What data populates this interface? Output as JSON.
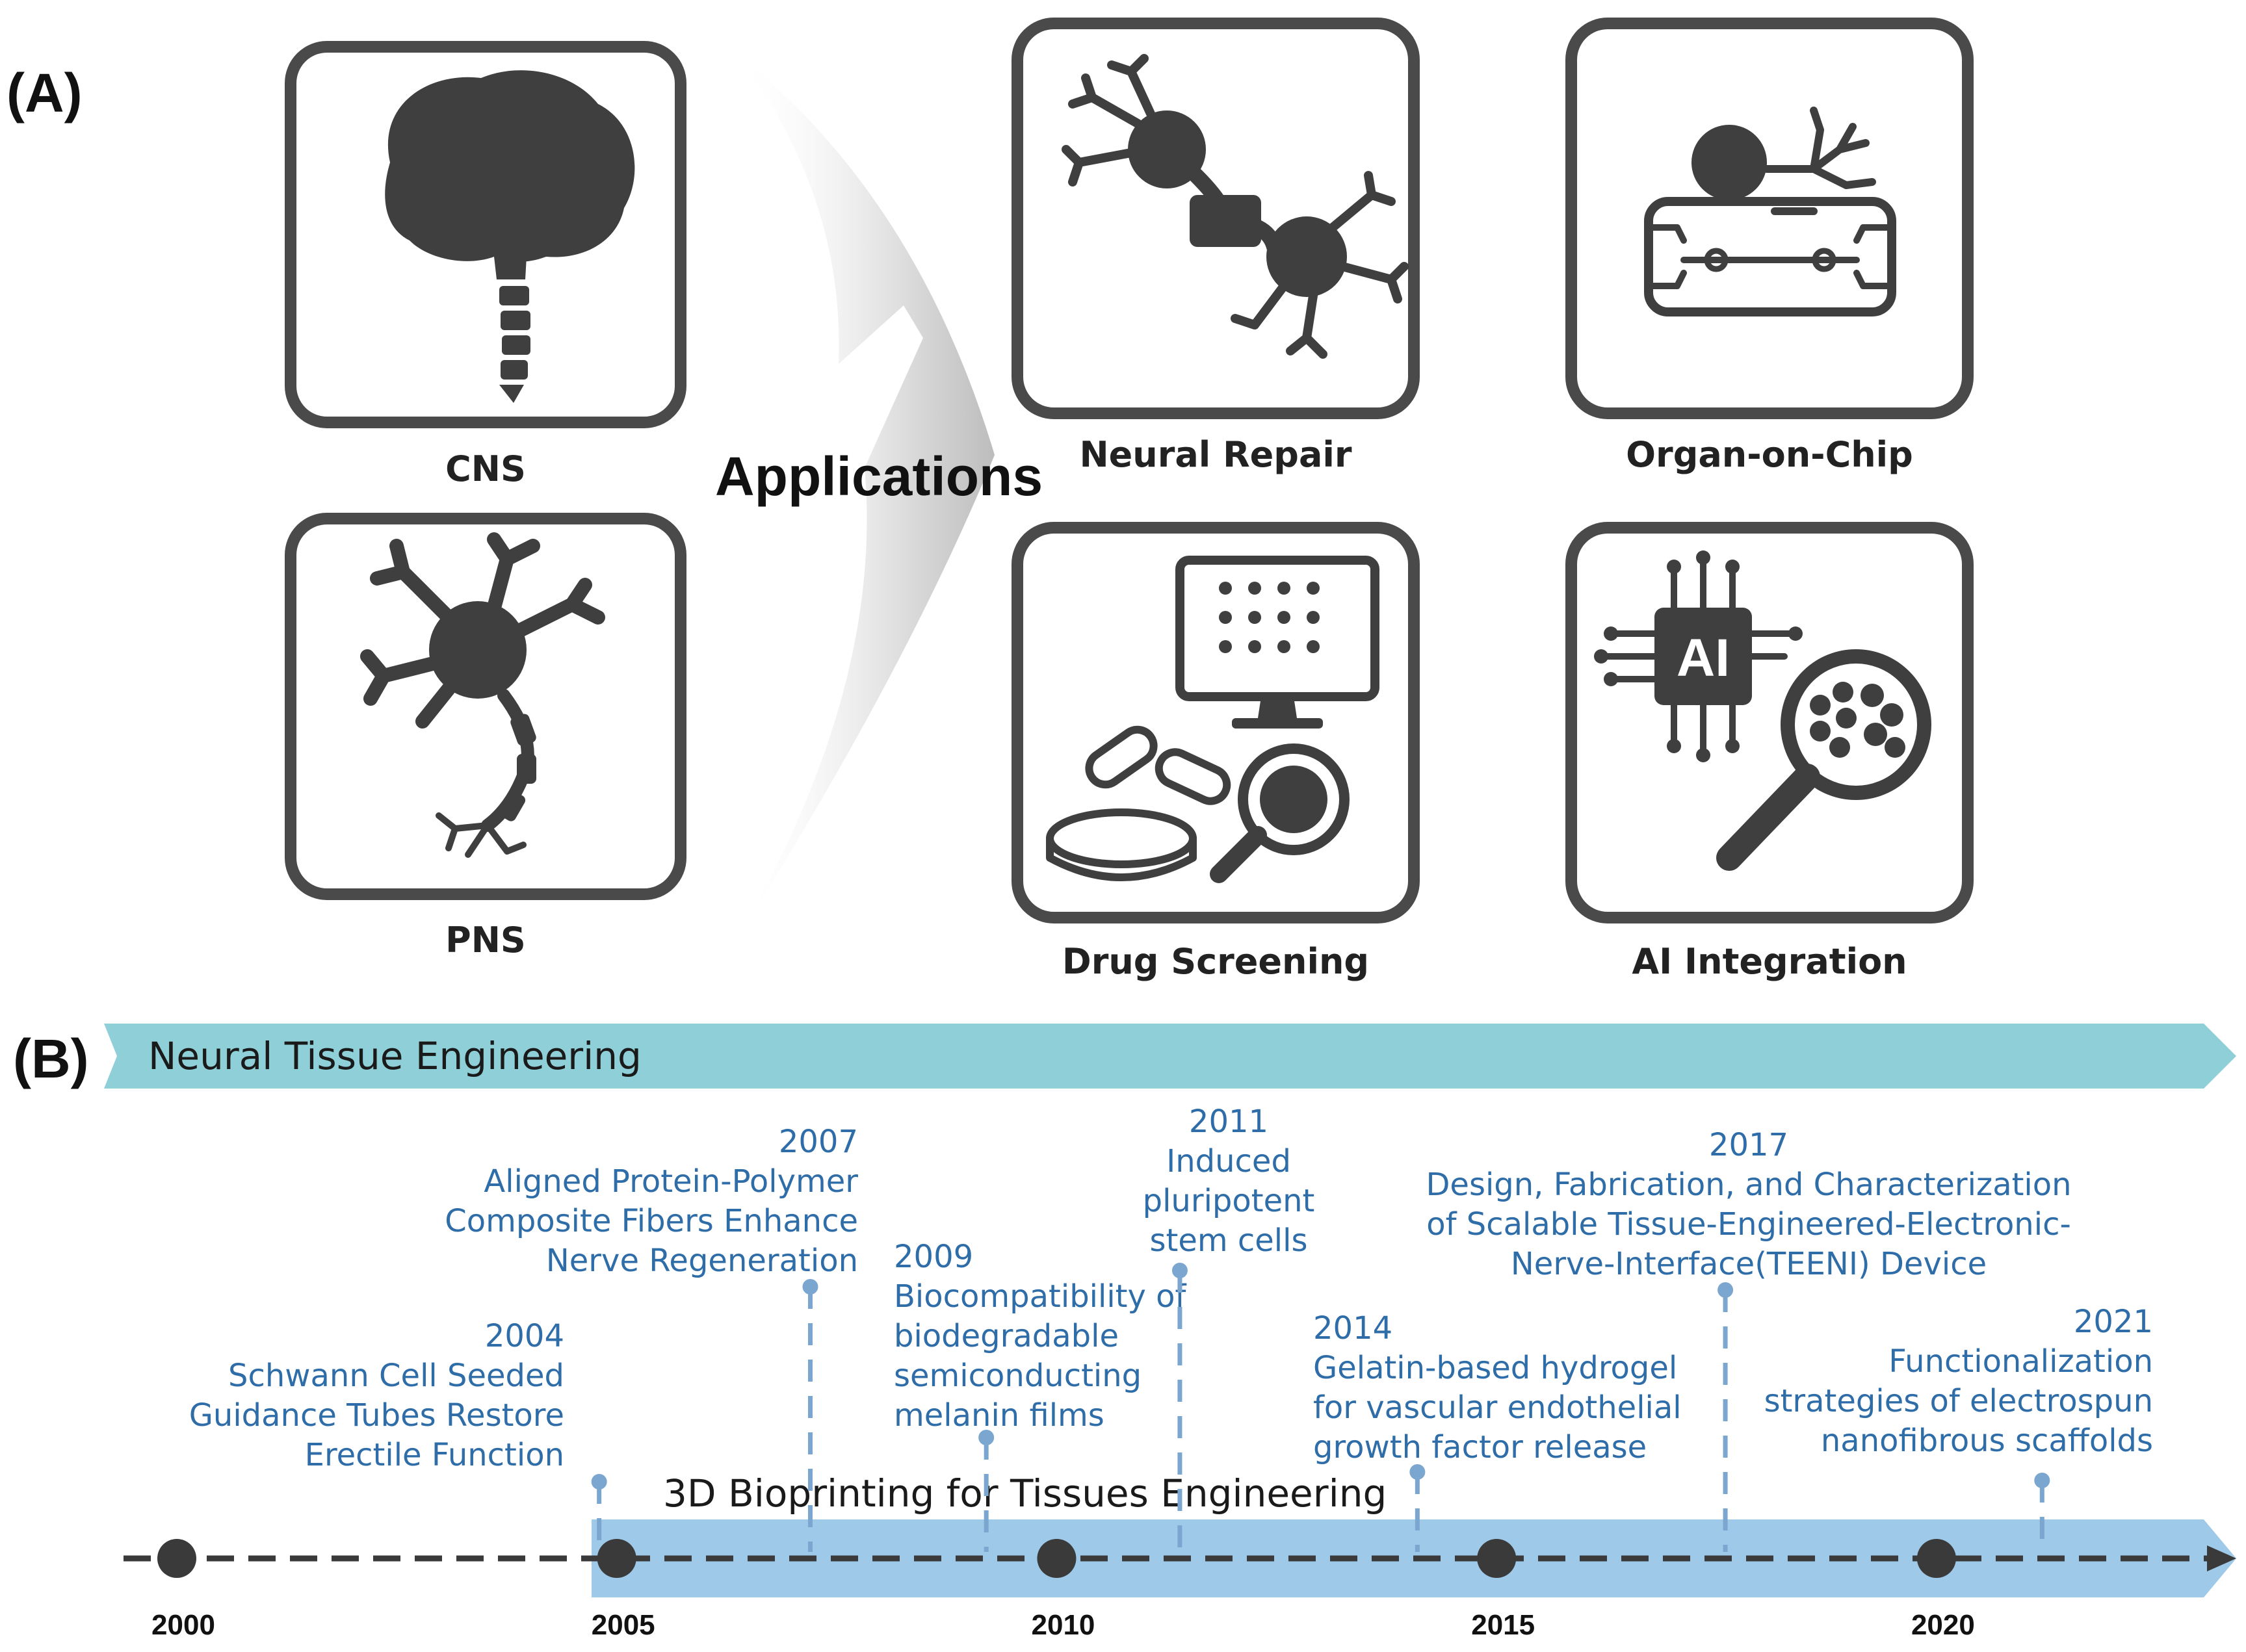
{
  "panel_a": {
    "label": "(A)",
    "sources": [
      {
        "label": "CNS",
        "icon": "brain-spinal-cord-icon"
      },
      {
        "label": "PNS",
        "icon": "neuron-icon"
      }
    ],
    "arrow_label": "Applications",
    "applications": [
      {
        "label": "Neural Repair",
        "icon": "neuron-repair-icon"
      },
      {
        "label": "Organ-on-Chip",
        "icon": "organ-chip-icon"
      },
      {
        "label": "Drug Screening",
        "icon": "drug-screening-icon"
      },
      {
        "label": "AI Integration",
        "icon": "ai-magnifier-icon"
      }
    ]
  },
  "panel_b": {
    "label": "(B)",
    "banner_top": "Neural Tissue Engineering",
    "banner_bottom": "3D Bioprinting for Tissues Engineering",
    "axis": {
      "start": 2000,
      "end": 2023.2
    },
    "ticks": [
      "2000",
      "2005",
      "2010",
      "2015",
      "2020"
    ],
    "events": [
      {
        "year": "2004",
        "lines": [
          "Schwann Cell Seeded",
          "Guidance Tubes Restore",
          "Erectile Function"
        ]
      },
      {
        "year": "2007",
        "lines": [
          "Aligned Protein-Polymer",
          "Composite Fibers Enhance",
          "Nerve Regeneration"
        ]
      },
      {
        "year": "2009",
        "lines": [
          "Biocompatibility of",
          "biodegradable",
          "semiconducting",
          "melanin films"
        ]
      },
      {
        "year": "2011",
        "lines": [
          "Induced",
          "pluripotent",
          "stem cells"
        ]
      },
      {
        "year": "2014",
        "lines": [
          "Gelatin-based hydrogel",
          "for vascular endothelial",
          "growth factor release"
        ]
      },
      {
        "year": "2017",
        "lines": [
          "Design, Fabrication, and Characterization",
          "of Scalable Tissue-Engineered-Electronic-",
          "Nerve-Interface(TEENI) Device"
        ]
      },
      {
        "year": "2021",
        "lines": [
          "Functionalization",
          "strategies of electrospun",
          "nanofibrous scaffolds"
        ]
      }
    ]
  },
  "colors": {
    "banner_top": "#8ecfd8",
    "banner_bottom": "#9fc9e8",
    "event_text": "#2f6da8",
    "event_marker": "#7aa6cf",
    "icon_ink": "#3f3f3f"
  }
}
